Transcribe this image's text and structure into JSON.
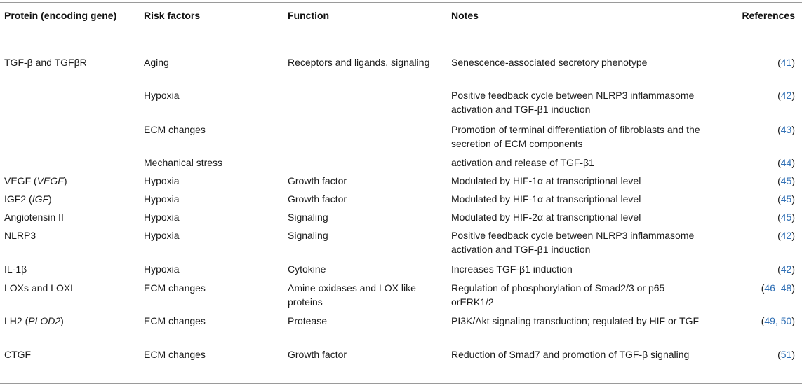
{
  "headers": {
    "protein": "Protein (encoding gene)",
    "risk": "Risk factors",
    "function": "Function",
    "notes": "Notes",
    "references": "References"
  },
  "rows": [
    {
      "protein": "TGF-β and TGFβR",
      "risk": "Aging",
      "function": "Receptors and ligands, signaling",
      "notes": "Senescence-associated secretory phenotype",
      "ref": "41"
    },
    {
      "protein": "",
      "risk": "Hypoxia",
      "function": "",
      "notes": "Positive feedback cycle between NLRP3 inflammasome activation and TGF-β1 induction",
      "ref": "42"
    },
    {
      "protein": "",
      "risk": "ECM changes",
      "function": "",
      "notes": "Promotion of terminal differentiation of fibroblasts and the secretion of ECM components",
      "ref": "43"
    },
    {
      "protein": "",
      "risk": "Mechanical stress",
      "function": "",
      "notes": "activation and release of TGF-β1",
      "ref": "44"
    },
    {
      "protein": "VEGF",
      "gene": "VEGF",
      "risk": "Hypoxia",
      "function": "Growth factor",
      "notes": "Modulated by HIF-1α at transcriptional level",
      "ref": "45"
    },
    {
      "protein": "IGF2",
      "gene": "IGF",
      "risk": "Hypoxia",
      "function": "Growth factor",
      "notes": "Modulated by HIF-1α at transcriptional level",
      "ref": "45"
    },
    {
      "protein": "Angiotensin II",
      "risk": "Hypoxia",
      "function": "Signaling",
      "notes": "Modulated by HIF-2α at transcriptional level",
      "ref": "45"
    },
    {
      "protein": "NLRP3",
      "risk": "Hypoxia",
      "function": "Signaling",
      "notes": "Positive feedback cycle between NLRP3 inflammasome activation and TGF-β1 induction",
      "ref": "42"
    },
    {
      "protein": "IL-1β",
      "risk": "Hypoxia",
      "function": "Cytokine",
      "notes": "Increases TGF-β1 induction",
      "ref": "42"
    },
    {
      "protein": "LOXs and LOXL",
      "risk": "ECM changes",
      "function": "Amine oxidases and LOX like proteins",
      "notes": "Regulation of phosphorylation of Smad2/3 or p65 orERK1/2",
      "ref": "46–48"
    },
    {
      "protein": "LH2",
      "gene": "PLOD2",
      "risk": "ECM changes",
      "function": "Protease",
      "notes": "PI3K/Akt signaling transduction; regulated by HIF or TGF",
      "ref": "49, 50"
    },
    {
      "protein": "CTGF",
      "risk": "ECM changes",
      "function": "Growth factor",
      "notes": "Reduction of Smad7 and promotion of TGF-β signaling",
      "ref": "51"
    }
  ]
}
